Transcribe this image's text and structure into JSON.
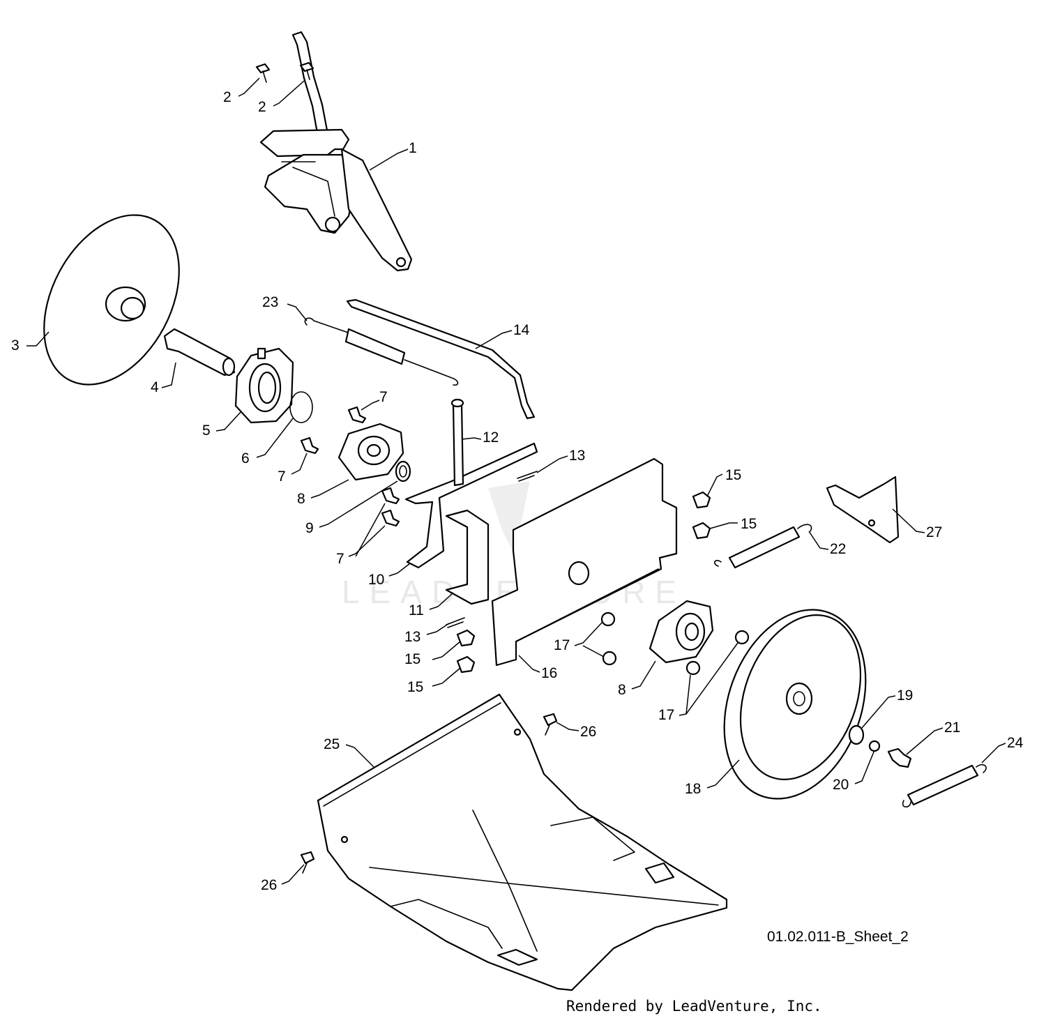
{
  "callouts": [
    {
      "id": "c1",
      "label": "1"
    },
    {
      "id": "c2a",
      "label": "2"
    },
    {
      "id": "c2b",
      "label": "2"
    },
    {
      "id": "c3",
      "label": "3"
    },
    {
      "id": "c4",
      "label": "4"
    },
    {
      "id": "c5",
      "label": "5"
    },
    {
      "id": "c6",
      "label": "6"
    },
    {
      "id": "c7a",
      "label": "7"
    },
    {
      "id": "c7b",
      "label": "7"
    },
    {
      "id": "c7c",
      "label": "7"
    },
    {
      "id": "c8a",
      "label": "8"
    },
    {
      "id": "c8b",
      "label": "8"
    },
    {
      "id": "c9",
      "label": "9"
    },
    {
      "id": "c10",
      "label": "10"
    },
    {
      "id": "c11",
      "label": "11"
    },
    {
      "id": "c12",
      "label": "12"
    },
    {
      "id": "c13a",
      "label": "13"
    },
    {
      "id": "c13b",
      "label": "13"
    },
    {
      "id": "c14",
      "label": "14"
    },
    {
      "id": "c15a",
      "label": "15"
    },
    {
      "id": "c15b",
      "label": "15"
    },
    {
      "id": "c15c",
      "label": "15"
    },
    {
      "id": "c15d",
      "label": "15"
    },
    {
      "id": "c16",
      "label": "16"
    },
    {
      "id": "c17a",
      "label": "17"
    },
    {
      "id": "c17b",
      "label": "17"
    },
    {
      "id": "c18",
      "label": "18"
    },
    {
      "id": "c19",
      "label": "19"
    },
    {
      "id": "c20",
      "label": "20"
    },
    {
      "id": "c21",
      "label": "21"
    },
    {
      "id": "c22",
      "label": "22"
    },
    {
      "id": "c23",
      "label": "23"
    },
    {
      "id": "c24",
      "label": "24"
    },
    {
      "id": "c25",
      "label": "25"
    },
    {
      "id": "c26a",
      "label": "26"
    },
    {
      "id": "c26b",
      "label": "26"
    },
    {
      "id": "c27",
      "label": "27"
    }
  ],
  "sheet_label": "01.02.011-B_Sheet_2",
  "credit": "Rendered by LeadVenture, Inc.",
  "watermark": "LEADVENTURE"
}
